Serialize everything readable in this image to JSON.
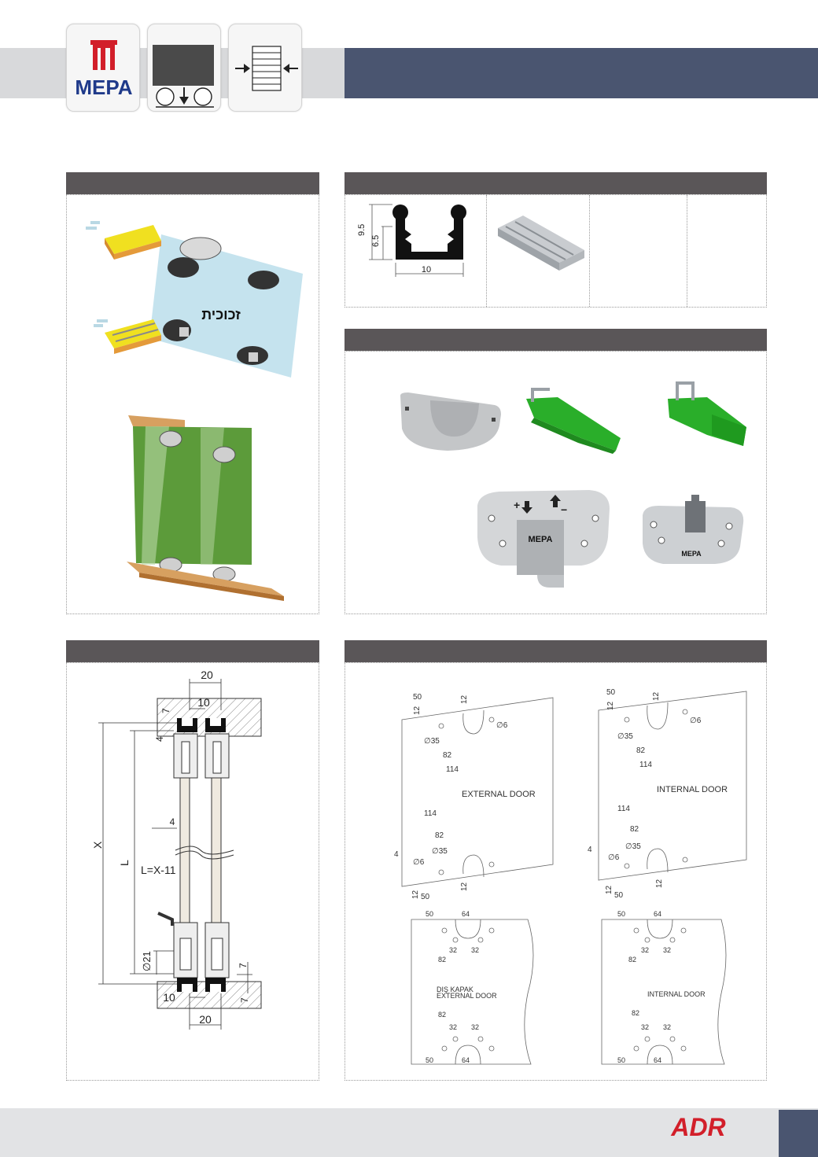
{
  "header": {
    "brand_logo_text": "MEPA",
    "brand_colors": {
      "logo_red": "#d21f2a",
      "logo_blue": "#1f3a8a",
      "header_blue": "#4a5570"
    }
  },
  "profile_dims": {
    "height": "9.5",
    "inner_height": "6.5",
    "width": "10"
  },
  "install_photo": {
    "glass_label": "זכוכית"
  },
  "section_drawing": {
    "top_width": "20",
    "top_inner": "10",
    "top_offset": "7",
    "top_gap": "4",
    "mid_gap": "4",
    "total": "X",
    "length": "L",
    "formula": "L=X-11",
    "diameter": "∅21",
    "bottom_offset": "7",
    "bottom_inner": "10",
    "bottom_width": "20",
    "bottom_side": "7"
  },
  "drill_top": {
    "left": {
      "d50": "50",
      "d12a": "12",
      "d12b": "12",
      "d35": "∅35",
      "d6": "∅6",
      "d82": "82",
      "d114": "114",
      "label": "EXTERNAL DOOR",
      "b114": "114",
      "b82": "82",
      "b35": "∅35",
      "b6": "∅6",
      "b4": "4",
      "b12a": "12",
      "b50": "50",
      "b12b": "12"
    },
    "right": {
      "d50": "50",
      "d12a": "12",
      "d12b": "12",
      "d35": "∅35",
      "d6": "∅6",
      "d82": "82",
      "d114": "114",
      "label": "INTERNAL DOOR",
      "b114": "114",
      "b82": "82",
      "b35": "∅35",
      "b6": "∅6",
      "b4": "4",
      "b12a": "12",
      "b50": "50",
      "b12b": "12"
    }
  },
  "drill_bottom": {
    "left": {
      "t50": "50",
      "t64": "64",
      "t32a": "32",
      "t32b": "32",
      "t82": "82",
      "label1": "DIŞ KAPAK",
      "label2": "EXTERNAL DOOR",
      "b82": "82",
      "b32a": "32",
      "b32b": "32",
      "b50": "50",
      "b64": "64"
    },
    "right": {
      "t50": "50",
      "t64": "64",
      "t32a": "32",
      "t32b": "32",
      "t82": "82",
      "label1": "",
      "label2": "INTERNAL DOOR",
      "b82": "82",
      "b32a": "32",
      "b32b": "32",
      "b50": "50",
      "b64": "64"
    }
  },
  "parts": {
    "mepa_stamp_1": "MEPA",
    "mepa_stamp_2": "MEPA",
    "plus": "+",
    "minus": "−"
  },
  "footer": {
    "brand": "ADR",
    "brand_color": "#d21f2a"
  }
}
